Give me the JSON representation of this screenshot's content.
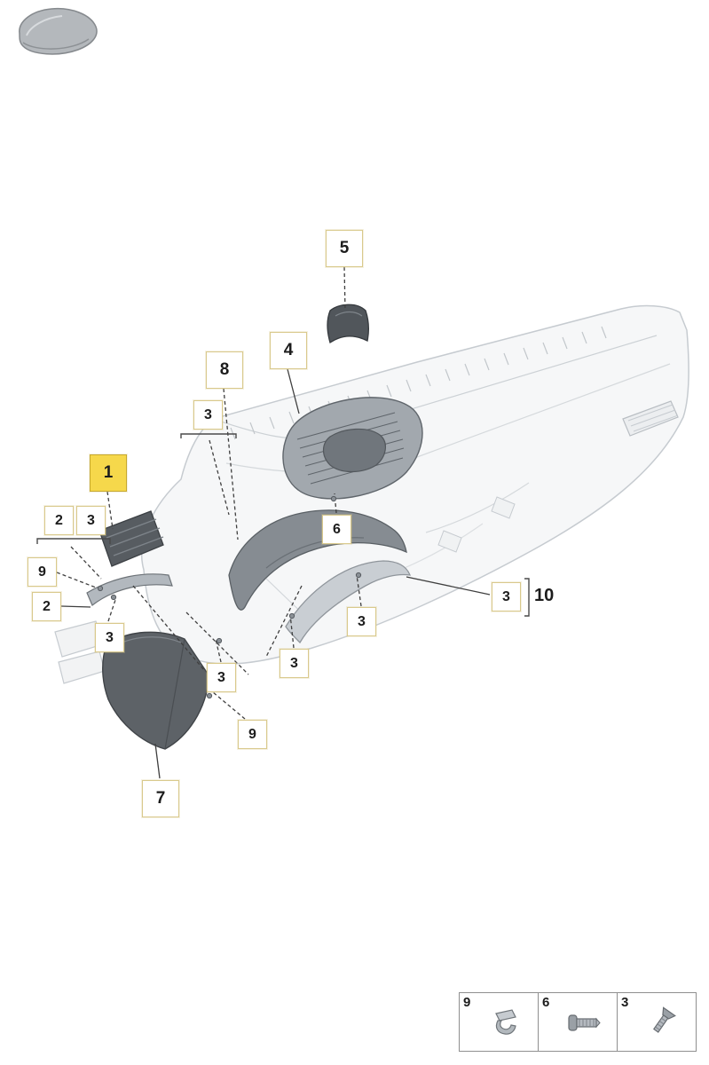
{
  "callouts": {
    "five": {
      "label": "5"
    },
    "four": {
      "label": "4"
    },
    "eight": {
      "label": "8"
    },
    "three_a": {
      "label": "3"
    },
    "one": {
      "label": "1"
    },
    "two_a": {
      "label": "2"
    },
    "three_b": {
      "label": "3"
    },
    "nine_a": {
      "label": "9"
    },
    "two_b": {
      "label": "2"
    },
    "three_c": {
      "label": "3"
    },
    "six": {
      "label": "6"
    },
    "three_d": {
      "label": "3"
    },
    "three_e": {
      "label": "3"
    },
    "three_f": {
      "label": "3"
    },
    "nine_b": {
      "label": "9"
    },
    "seven": {
      "label": "7"
    },
    "three_g": {
      "label": "3"
    },
    "ten": {
      "label": "10"
    }
  },
  "legend": {
    "items": [
      {
        "label": "9",
        "icon": "retaining-clip-icon"
      },
      {
        "label": "6",
        "icon": "pan-head-screw-icon"
      },
      {
        "label": "3",
        "icon": "countersunk-screw-icon"
      }
    ]
  },
  "colors": {
    "callout_border": "#d9c98c",
    "highlight_fill": "#f6d84b",
    "highlight_border": "#c7a92e",
    "leader_line": "#3f3f3f"
  }
}
